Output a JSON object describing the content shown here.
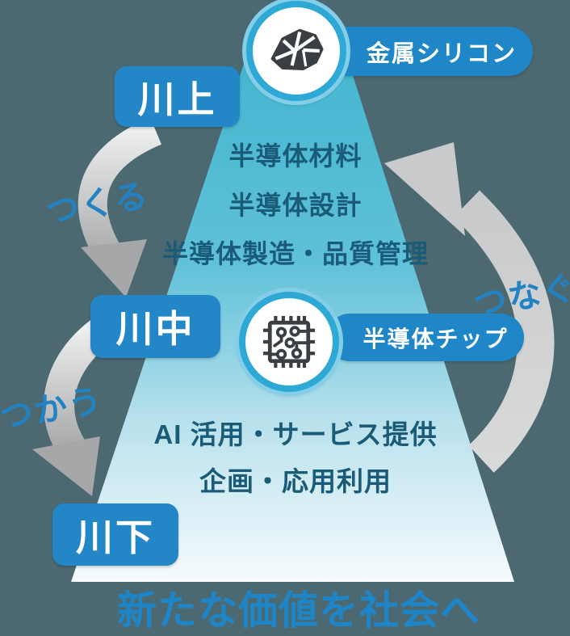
{
  "diagram": {
    "stages": {
      "upstream": {
        "badge": "川上",
        "items": [
          "半導体材料",
          "半導体設計",
          "半導体製造・品質管理"
        ]
      },
      "midstream": {
        "badge": "川中"
      },
      "downstream": {
        "badge": "川下",
        "items": [
          "AI 活用・サービス提供",
          "企画・応用利用"
        ]
      }
    },
    "pills": {
      "silicon": "金属シリコン",
      "chip": "半導体チップ"
    },
    "arrows": {
      "make": "つくる",
      "connect": "つなぐ",
      "use": "つかう"
    },
    "caption": "新たな価値を社会へ",
    "icons": {
      "silicon": "silicon-ore-icon",
      "chip": "chip-icon"
    },
    "colors": {
      "background": "#4C6971",
      "badge_blue": "#2386C6",
      "pill_blue": "#1F86C8",
      "ring_cyan": "#2EA9D5",
      "ring_halo": "#84CFE7",
      "pyramid_top": "#41B4CE",
      "pyramid_bottom": "#F6FBFD",
      "pyramid_text": "#1A5B77",
      "verb_blue": "#2382C2",
      "caption_blue": "#1E86C8",
      "arrow_gray_light": "#EDEEEE",
      "arrow_gray_dark": "#A2A3A4",
      "icon_dark": "#3A3F44"
    }
  }
}
